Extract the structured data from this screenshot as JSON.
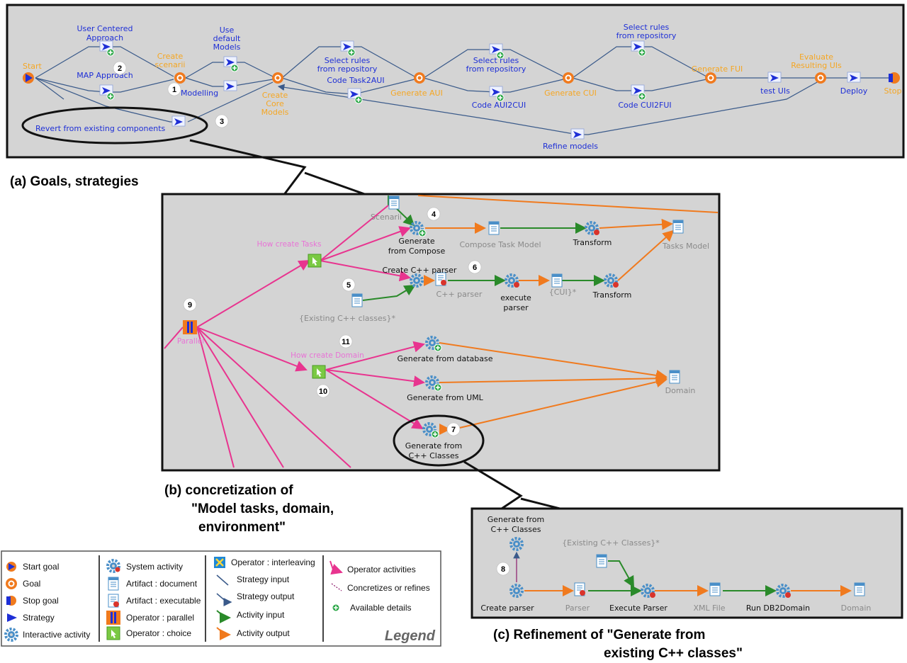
{
  "panel_a": {
    "start": "Start",
    "user_centered": "User Centered",
    "approach": "Approach",
    "map_approach": "MAP Approach",
    "revert": "Revert from existing components",
    "create_scenarii_1": "Create",
    "create_scenarii_2": "scenarii",
    "modelling": "Modelling",
    "use_default_1": "Use",
    "use_default_2": "default",
    "use_default_3": "Models",
    "create_core_1": "Create",
    "create_core_2": "Core",
    "create_core_3": "Models",
    "select_rules_1": "Select rules",
    "select_rules_2": "from repository",
    "code_task2aui": "Code Task2AUI",
    "generate_aui": "Generate AUI",
    "code_aui2cui": "Code AUI2CUI",
    "generate_cui": "Generate CUI",
    "code_cui2fui": "Code CUI2FUI",
    "generate_fui": "Generate FUI",
    "test_uis": "test UIs",
    "evaluate_1": "Evaluate",
    "evaluate_2": "Resulting UIs",
    "deploy": "Deploy",
    "stop": "Stop",
    "refine_models": "Refine models",
    "n1": "1",
    "n2": "2",
    "n3": "3"
  },
  "caption_a": "(a) Goals, strategies",
  "panel_b": {
    "scenarii": "Scenarii",
    "how_create_tasks": "How create Tasks",
    "generate_from_compose_1": "Generate",
    "generate_from_compose_2": "from Compose",
    "compose_task_model": "Compose Task Model",
    "transform": "Transform",
    "tasks_model": "Tasks Model",
    "create_cpp_parser": "Create C++ parser",
    "cpp_parser": "C++ parser",
    "execute_parser_1": "execute",
    "execute_parser_2": "parser",
    "cui_star": "{CUI}*",
    "existing_cpp": "{Existing C++ classes}*",
    "parallel": "Parallel",
    "how_create_domain": "How create Domain",
    "gen_from_database": "Generate from database",
    "gen_from_uml": "Generate from UML",
    "domain": "Domain",
    "gen_from_cpp_1": "Generate from",
    "gen_from_cpp_2": "C++ Classes",
    "n4": "4",
    "n5": "5",
    "n6": "6",
    "n7": "7",
    "n9": "9",
    "n10": "10",
    "n11": "11"
  },
  "caption_b_1": "(b) concretization of",
  "caption_b_2": "\"Model tasks, domain,",
  "caption_b_3": "environment\"",
  "panel_c": {
    "gen_from_1": "Generate from",
    "gen_from_2": "C++ Classes",
    "existing": "{Existing C++ Classes}*",
    "create_parser": "Create parser",
    "parser": "Parser",
    "execute_parser": "Execute Parser",
    "xml_file": "XML File",
    "run_db2domain": "Run DB2Domain",
    "domain": "Domain",
    "n8": "8"
  },
  "caption_c_1": "(c) Refinement of \"Generate from",
  "caption_c_2": "existing C++ classes\"",
  "legend": {
    "start_goal": "Start goal",
    "goal": "Goal",
    "stop_goal": "Stop goal",
    "strategy": "Strategy",
    "interactive_activity": "Interactive activity",
    "system_activity": "System activity",
    "artifact_document": "Artifact : document",
    "artifact_executable": "Artifact : executable",
    "operator_parallel": "Operator : parallel",
    "operator_choice": "Operator : choice",
    "operator_interleaving": "Operator : interleaving",
    "strategy_input": "Strategy input",
    "strategy_output": "Strategy output",
    "activity_input": "Activity input",
    "activity_output": "Activity output",
    "operator_activities": "Operator activities",
    "concretizes": "Concretizes or refines",
    "available_details": "Available details",
    "title": "Legend"
  },
  "colors": {
    "goal": "#f5a623",
    "strategy": "#1e2fd6",
    "operator_link": "#e8348f",
    "activity_input": "#2a8a2a",
    "activity_output": "#f07a1e",
    "panel_bg": "#d4d4d4"
  }
}
